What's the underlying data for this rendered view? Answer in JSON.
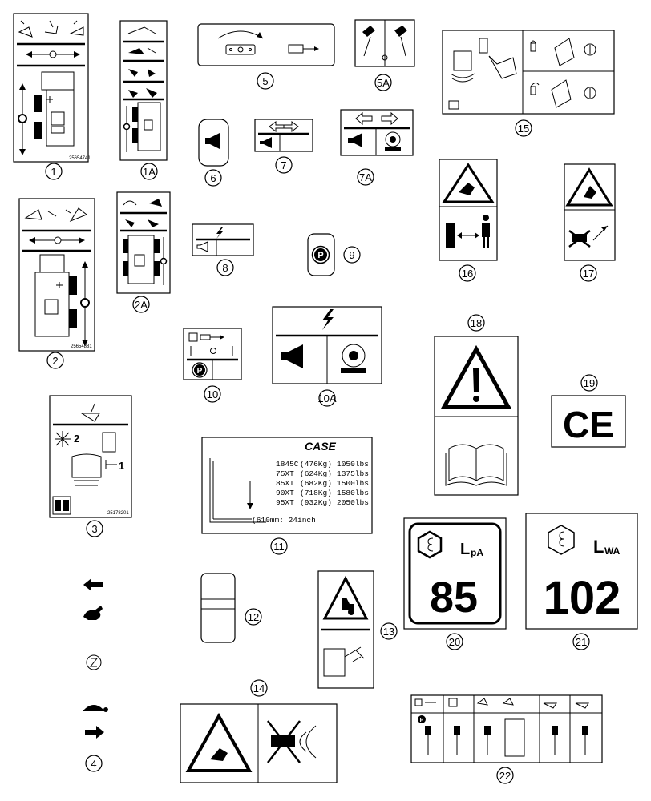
{
  "callouts": {
    "c1": "1",
    "c1A": "1A",
    "c2": "2",
    "c2A": "2A",
    "c3": "3",
    "c4": "4",
    "c5": "5",
    "c5A": "5A",
    "c6": "6",
    "c7": "7",
    "c7A": "7A",
    "c8": "8",
    "c9": "9",
    "c10": "10",
    "c10A": "10A",
    "c11": "11",
    "c12": "12",
    "c13": "13",
    "c14": "14",
    "c15": "15",
    "c16": "16",
    "c17": "17",
    "c18": "18",
    "c19": "19",
    "c20": "20",
    "c21": "21",
    "c22": "22"
  },
  "part_numbers": {
    "d1": "25654741",
    "d2": "25654881",
    "d3": "25178201"
  },
  "decal9": {
    "parking_letter": "P"
  },
  "decal10": {
    "parking_letter": "P"
  },
  "decal11": {
    "brand": "CASE",
    "rows": [
      {
        "model": "1845C",
        "kg": "(476Kg)",
        "lbs": "1050lbs"
      },
      {
        "model": "75XT",
        "kg": "(624Kg)",
        "lbs": "1375lbs"
      },
      {
        "model": "85XT",
        "kg": "(682Kg)",
        "lbs": "1500lbs"
      },
      {
        "model": "90XT",
        "kg": "(718Kg)",
        "lbs": "1580lbs"
      },
      {
        "model": "95XT",
        "kg": "(932Kg)",
        "lbs": "2050lbs"
      }
    ],
    "distance": "(610mm: 24inch"
  },
  "decal19": {
    "mark": "CE"
  },
  "decal20": {
    "label": "L",
    "label_sub": "pA",
    "value": "85"
  },
  "decal21": {
    "label": "L",
    "label_sub": "WA",
    "value": "102"
  },
  "decal3": {
    "label_2": "2",
    "label_1": "1"
  },
  "decal22": {
    "parking_letter": "P"
  }
}
